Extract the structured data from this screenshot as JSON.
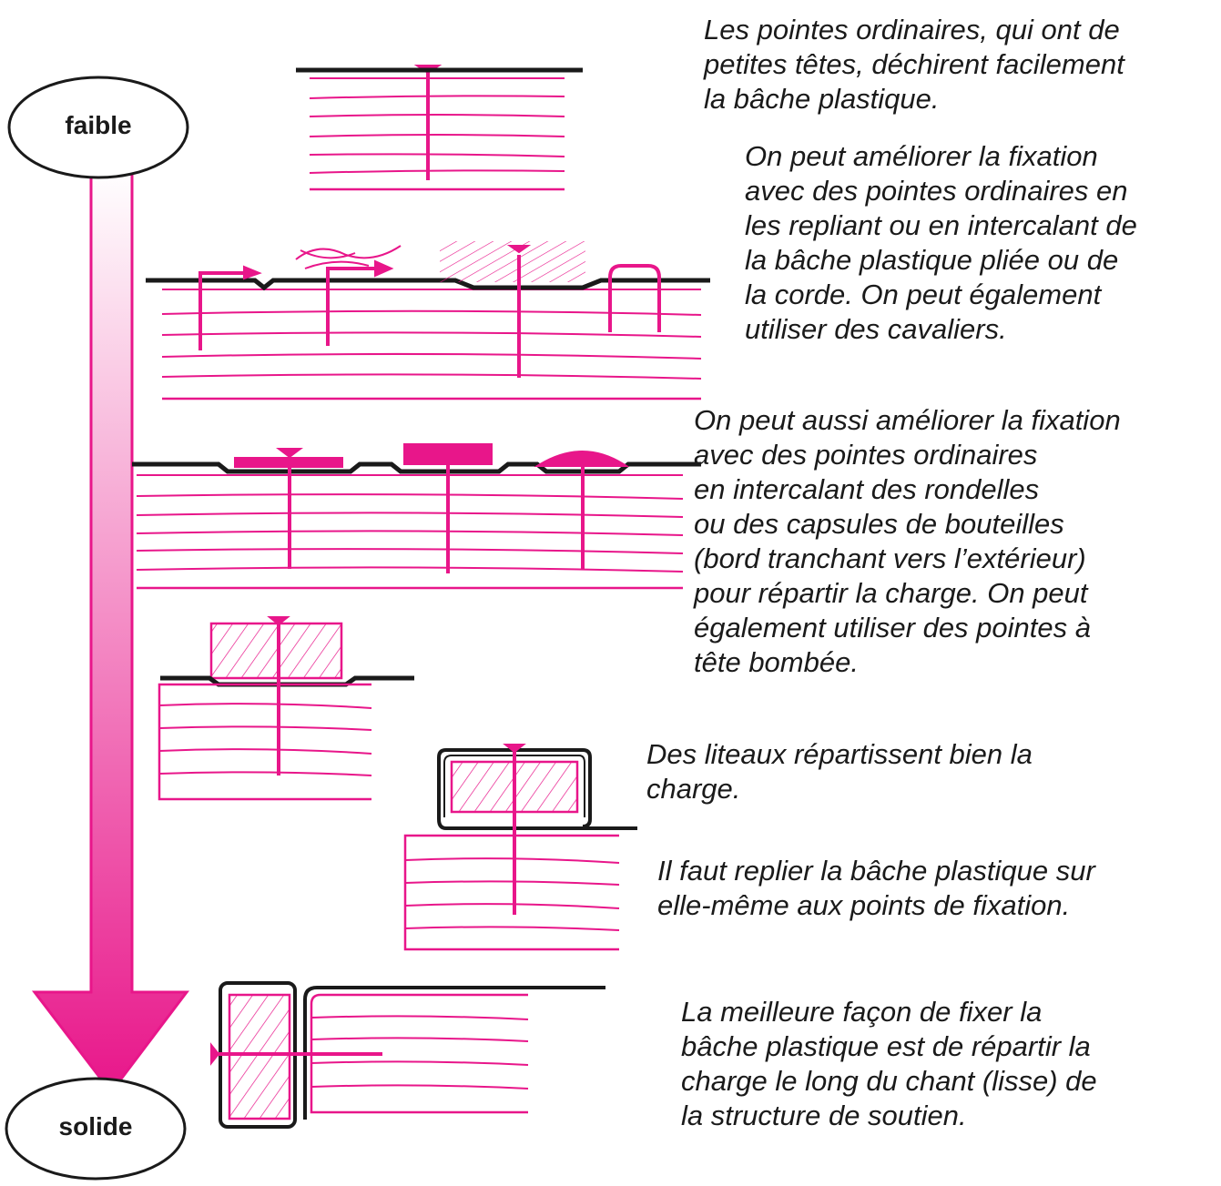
{
  "scale": {
    "top_label": "faible",
    "bottom_label": "solide",
    "colors": {
      "accent": "#e8168a",
      "ink": "#1a1a1a",
      "gradient_top": "#ffffff",
      "gradient_bottom": "#e8168a"
    }
  },
  "notes": {
    "small_heads": [
      "Les pointes ordinaires, qui ont de",
      "petites têtes, déchirent facilement",
      "la bâche plastique."
    ],
    "fold_or_rope": [
      "On peut améliorer la fixation",
      "avec des pointes ordinaires en",
      "les repliant ou en intercalant de",
      "la bâche plastique pliée ou de",
      "la corde. On peut également",
      "utiliser des cavaliers."
    ],
    "washers": [
      "On peut aussi améliorer la fixation",
      "avec des pointes ordinaires",
      "en intercalant des rondelles",
      "ou des capsules de bouteilles",
      "(bord tranchant vers l’extérieur)",
      "pour répartir la charge. On peut",
      "également utiliser des pointes à",
      "tête bombée."
    ],
    "battens": [
      "Des liteaux répartissent bien la",
      "charge."
    ],
    "fold_over": [
      "Il faut replier la bâche plastique sur",
      "elle-même aux points de fixation."
    ],
    "best": [
      "La meilleure façon de fixer la",
      "bâche plastique est de répartir la",
      "charge le long du chant (lisse) de",
      "la structure de soutien."
    ]
  }
}
